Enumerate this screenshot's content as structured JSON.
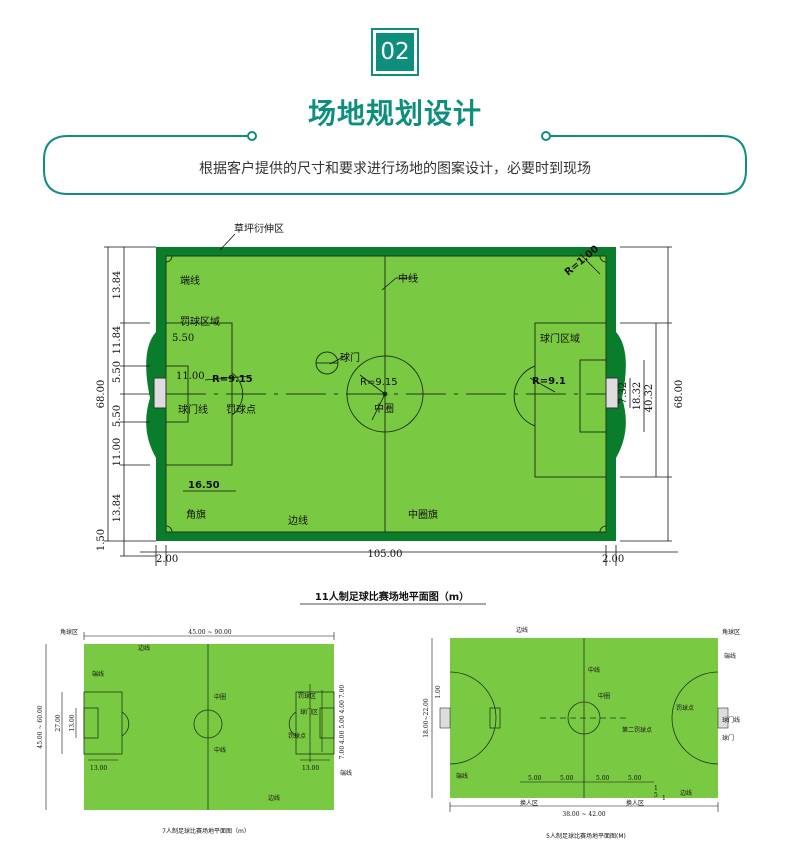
{
  "header": {
    "badge": "02",
    "title": "场地规划设计",
    "subtitle": "根据客户提供的尺寸和要求进行场地的图案设计，必要时到现场"
  },
  "colors": {
    "accent": "#0e8f7e",
    "grass": "#7ac943",
    "border_green": "#0a7d2c"
  },
  "main_plan": {
    "top_label": "草坪衍伸区",
    "labels": {
      "end_line": "端线",
      "penalty_area": "罚球区域",
      "goal": "球门",
      "goal_line": "球门线",
      "penalty_spot": "罚球点",
      "center_line": "中线",
      "center_circle": "中圈",
      "goal_area": "球门区域",
      "corner_flag": "角旗",
      "side_line": "边线",
      "center_flag": "中圈旗"
    },
    "radii": {
      "r_corner": "R=1.00",
      "r_915": "R=9.15",
      "r_center": "R=9.15",
      "r_arc": "R=9.1"
    },
    "dims": {
      "d_550": "5.50",
      "d_1100": "11.00",
      "d_1650": "16.50",
      "left_1384a": "13.84",
      "left_1184": "11.84",
      "left_550a": "5.50",
      "left_550b": "5.50",
      "left_1100": "11.00",
      "left_1384b": "13.84",
      "left_150": "1.50",
      "left_total": "68.00",
      "right_732": "7.32",
      "right_1832": "18.32",
      "right_4032": "40.32",
      "right_total": "68.00",
      "bottom_left": "2.00",
      "bottom_total": "105.00",
      "bottom_right": "2.00"
    },
    "caption": "11人制足球比赛场地平面图（m）"
  },
  "plan7": {
    "corner_area": "角球区",
    "width_dim": "45.00 ~ 90.00",
    "labels": {
      "side_line": "边线",
      "end_line": "端线",
      "center_circle": "中圈",
      "center_line": "中线",
      "penalty_area": "罚球区",
      "goal_area": "球门区",
      "penalty_spot": "罚球点",
      "goal_line": "端线",
      "bottom_side": "边线"
    },
    "dims": {
      "left_total": "45.00 ~ 60.00",
      "d_2700": "27.00",
      "d_1300": "13.00",
      "d_1300b": "13.00",
      "d_1300c": "13.00",
      "r_vals": "7.00  4.00 5.00 4.00  7.00"
    },
    "caption": "7人制足球比赛场地平面图（m）"
  },
  "plan5": {
    "labels": {
      "side_line": "边线",
      "corner_area": "角球区",
      "end_line": "端线",
      "center_line": "中线",
      "center_circle": "中圈",
      "penalty_spot": "罚球点",
      "second_spot": "第二罚球点",
      "goal_line": "球门线",
      "goal": "球门",
      "bottom_end": "端线",
      "sub_area_left": "换人区",
      "sub_area_right": "换人区",
      "bottom_side": "边线"
    },
    "dims": {
      "left_total": "18.00~22.00",
      "left_a": "1.00",
      "d_500a": "5.00",
      "d_500b": "5.00",
      "d_500c": "5.00",
      "d_500d": "5.00",
      "bottom_total": "38.00 ~ 42.00",
      "br_1": "1",
      "br_2": "5",
      "br_3": "1"
    },
    "caption": "5人制足球比赛场地平面图(M)"
  }
}
